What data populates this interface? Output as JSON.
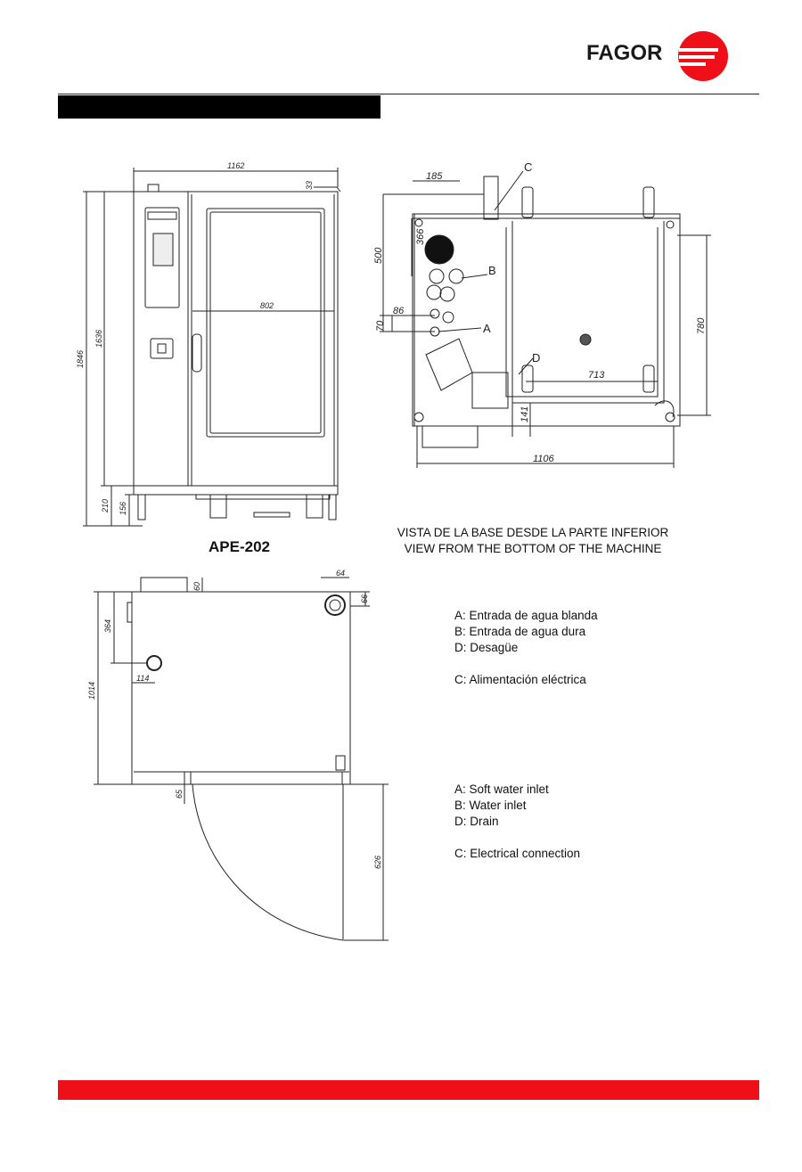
{
  "brand": {
    "name": "FAGOR",
    "accent_color": "#ee0f19"
  },
  "model": "APE-202",
  "front_view": {
    "dims": {
      "width": "1162",
      "top_gap": "33",
      "door_width": "802",
      "total_height": "1846",
      "body_height": "1636",
      "leg_height": "210",
      "foot_height": "156"
    }
  },
  "bottom_view": {
    "dims": {
      "d185": "185",
      "d366": "366",
      "d500": "500",
      "d86": "86",
      "d70": "70",
      "d713": "713",
      "d780": "780",
      "d141": "141",
      "d1106": "1106"
    },
    "callouts": {
      "a": "A",
      "b": "B",
      "c": "C",
      "d": "D"
    },
    "caption_es": "VISTA DE LA BASE DESDE LA PARTE INFERIOR",
    "caption_en": "VIEW  FROM THE BOTTOM OF THE MACHINE"
  },
  "top_view": {
    "dims": {
      "d64": "64",
      "d60": "60",
      "d66": "66",
      "d364": "364",
      "d114": "114",
      "d1014": "1014",
      "d65": "65",
      "d626": "626"
    }
  },
  "legend_es": [
    "A: Entrada de agua blanda",
    "B: Entrada de agua dura",
    "D: Desagüe",
    "C: Alimentación eléctrica"
  ],
  "legend_en": [
    "A: Soft water inlet",
    "B: Water inlet",
    "D: Drain",
    "C: Electrical connection"
  ]
}
